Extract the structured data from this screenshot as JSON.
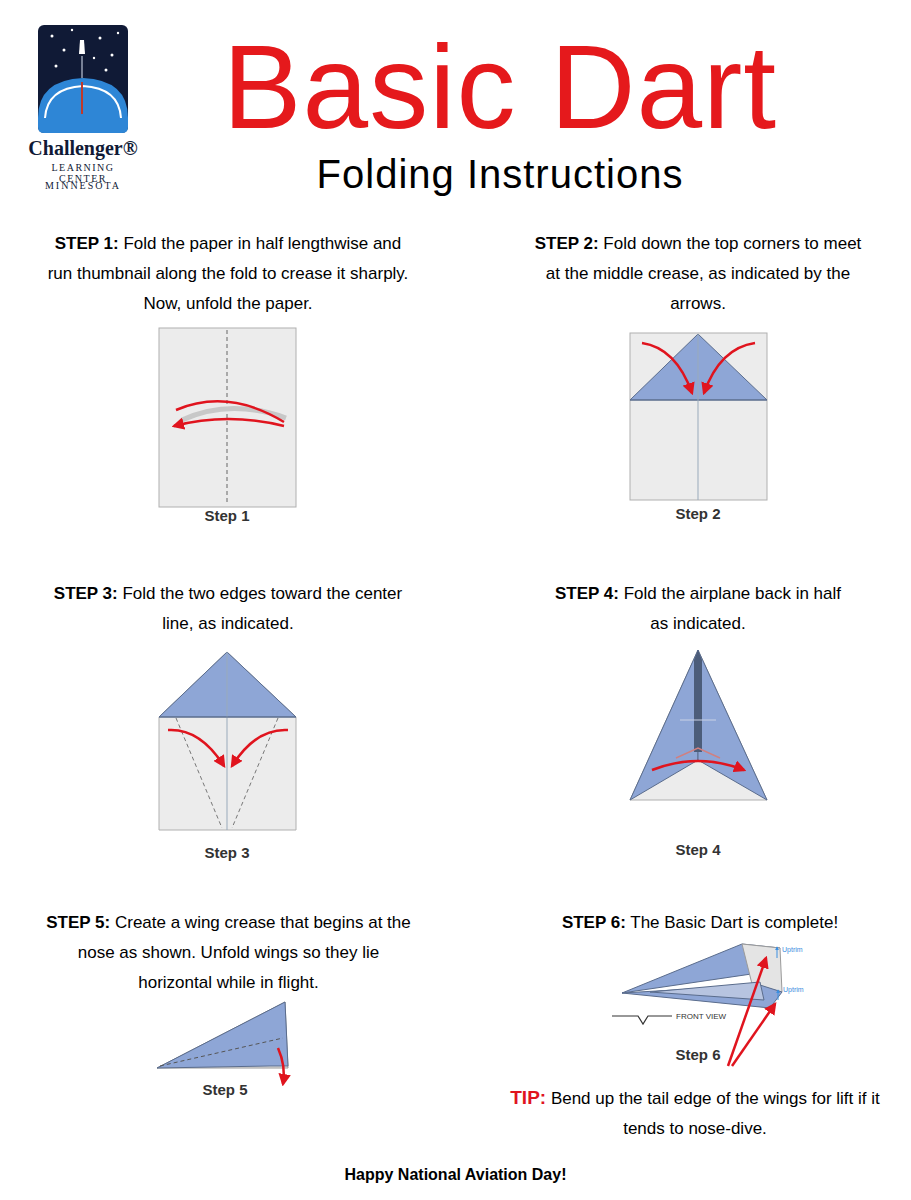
{
  "diagram": {
    "title": "Basic Dart",
    "labels": [
      "Challenger®",
      "LEARNING CENTER",
      "MINNESOTA",
      "Folding Instructions",
      "STEP 1:",
      "Fold the paper in half lengthwise and run thumbnail along the fold to crease it sharply. Now, unfold the paper.",
      "Step 1",
      "STEP 2:",
      "Fold down the top corners to meet at the middle crease, as indicated by the arrows.",
      "Step 2",
      "STEP 3:",
      "Fold the two edges toward the center line, as indicated.",
      "Step 3",
      "STEP 4:",
      "Fold the airplane back in half as indicated.",
      "Step 4",
      "STEP 5:",
      "Create a wing crease that begins at the nose as shown. Unfold wings so they lie horizontal while in flight.",
      "Step 5",
      "STEP 6:",
      "The Basic Dart is complete!",
      "Step 6",
      "Uptrim",
      "Uptrim",
      "FRONT VIEW",
      "TIP:",
      "Bend up the tail edge of the wings for lift if it tends to nose-dive.",
      "Happy National Aviation Day!"
    ]
  }
}
